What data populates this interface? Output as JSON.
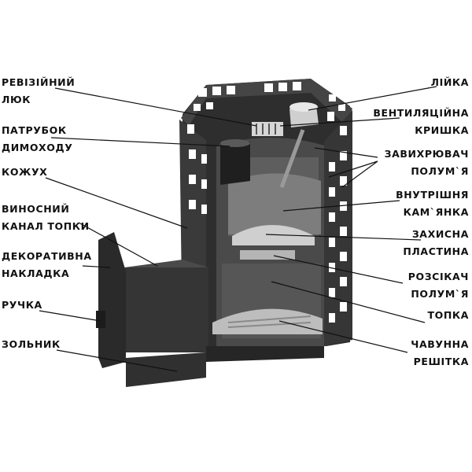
{
  "colors": {
    "background": "#ffffff",
    "body_dark": "#2b2b2b",
    "body_mid": "#3c3c3c",
    "inner_light": "#7a7a7a",
    "plate": "#c9c9c9",
    "leader": "#111111"
  },
  "labels": {
    "revision_hatch": {
      "line1": "РЕВІЗІЙНИЙ",
      "line2": "ЛЮК"
    },
    "flue_pipe": {
      "line1": "ПАТРУБОК",
      "line2": "ДИМОХОДУ"
    },
    "casing": {
      "line1": "КОЖУХ"
    },
    "remote_channel": {
      "line1": "ВИНОСНИЙ",
      "line2": "КАНАЛ ТОПКИ"
    },
    "decor_trim": {
      "line1": "ДЕКОРАТИВНА",
      "line2": "НАКЛАДКА"
    },
    "handle": {
      "line1": "РУЧКА"
    },
    "ash_pan": {
      "line1": "ЗОЛЬНИК"
    },
    "funnel": {
      "line1": "ЛІЙКА"
    },
    "vent_lid": {
      "line1": "ВЕНТИЛЯЦІЙНА",
      "line2": "КРИШКА"
    },
    "flame_swirler": {
      "line1": "ЗАВИХРЮВАЧ",
      "line2": "ПОЛУМ`Я"
    },
    "inner_heater": {
      "line1": "ВНУТРІШНЯ",
      "line2": "КАМ`ЯНКА"
    },
    "protective_plate": {
      "line1": "ЗАХИСНА",
      "line2": "ПЛАСТИНА"
    },
    "flame_divider": {
      "line1": "РОЗСІКАЧ",
      "line2": "ПОЛУМ`Я"
    },
    "firebox": {
      "line1": "ТОПКА"
    },
    "cast_iron_grate": {
      "line1": "ЧАВУННА",
      "line2": "РЕШІТКА"
    }
  }
}
